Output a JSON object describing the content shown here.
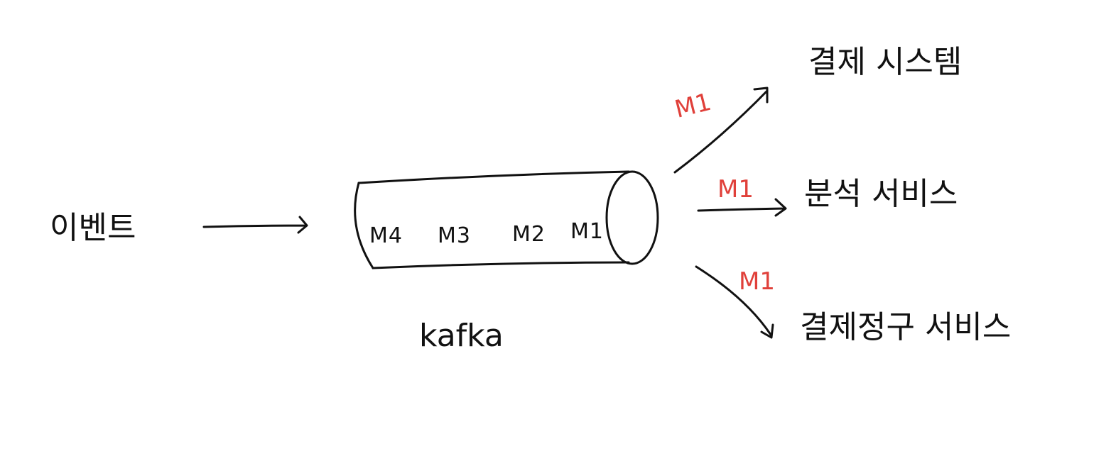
{
  "source": {
    "label": "이벤트"
  },
  "topic": {
    "label": "kafka",
    "messages": [
      "M4",
      "M3",
      "M2",
      "M1"
    ]
  },
  "consumers": [
    {
      "label": "결제 시스템",
      "message": "M1"
    },
    {
      "label": "분석 서비스",
      "message": "M1"
    },
    {
      "label": "결제정구 서비스",
      "message": "M1"
    }
  ],
  "colors": {
    "ink": "#111111",
    "message_accent": "#e0403a"
  }
}
